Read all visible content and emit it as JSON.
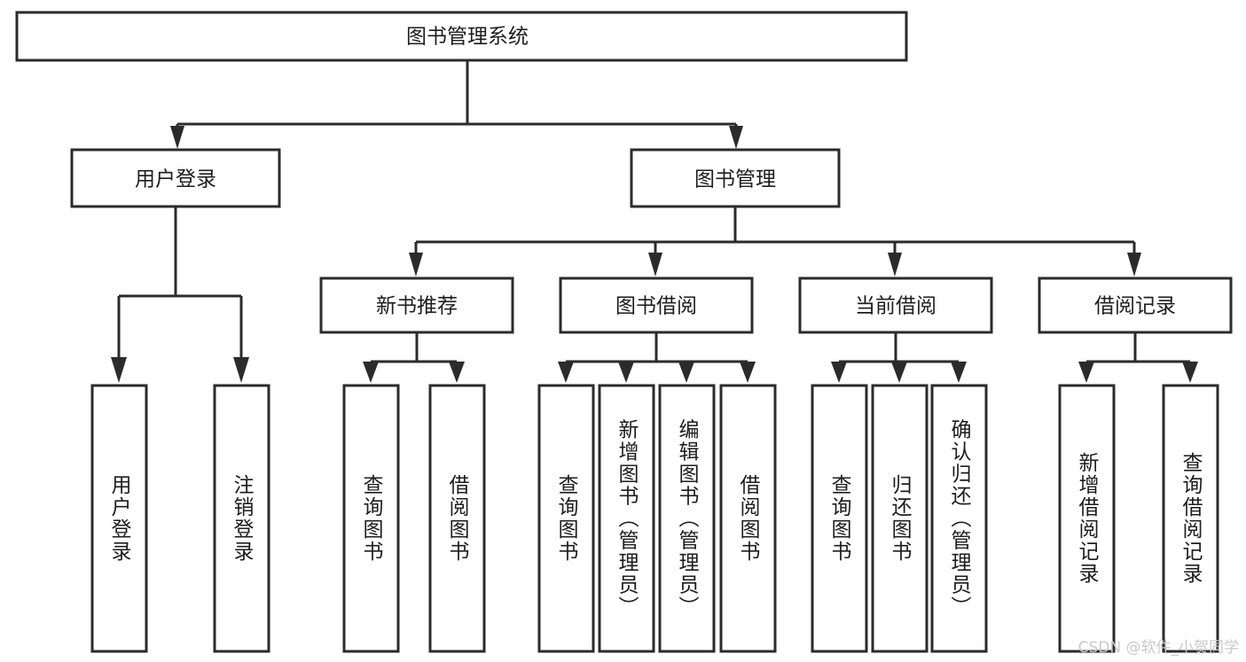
{
  "diagram": {
    "type": "tree",
    "title": "图书管理系统",
    "watermark": "CSDN @软件_小贺同学",
    "colors": {
      "background": "#ffffff",
      "stroke": "#2b2b2b",
      "fill": "#ffffff",
      "text": "#1d1d1d",
      "watermark": "#c9c9c9"
    },
    "levels": {
      "root": {
        "label": "图书管理系统"
      },
      "level2": [
        {
          "id": "user-login",
          "label": "用户登录"
        },
        {
          "id": "book-management",
          "label": "图书管理"
        }
      ],
      "level3": [
        {
          "id": "new-book-recommend",
          "label": "新书推荐",
          "parent": "book-management"
        },
        {
          "id": "book-borrow",
          "label": "图书借阅",
          "parent": "book-management"
        },
        {
          "id": "current-borrow",
          "label": "当前借阅",
          "parent": "book-management"
        },
        {
          "id": "borrow-record",
          "label": "借阅记录",
          "parent": "book-management"
        }
      ],
      "leaves": [
        {
          "id": "leaf-user-login",
          "label": "用户登录",
          "parent": "user-login"
        },
        {
          "id": "leaf-logout-login",
          "label": "注销登录",
          "parent": "user-login"
        },
        {
          "id": "leaf-query-book-1",
          "label": "查询图书",
          "parent": "new-book-recommend"
        },
        {
          "id": "leaf-borrow-book-1",
          "label": "借阅图书",
          "parent": "new-book-recommend"
        },
        {
          "id": "leaf-query-book-2",
          "label": "查询图书",
          "parent": "book-borrow"
        },
        {
          "id": "leaf-add-book",
          "label": "新增图书（管理员）",
          "parent": "book-borrow"
        },
        {
          "id": "leaf-edit-book",
          "label": "编辑图书（管理员）",
          "parent": "book-borrow"
        },
        {
          "id": "leaf-borrow-book-2",
          "label": "借阅图书",
          "parent": "book-borrow"
        },
        {
          "id": "leaf-query-book-3",
          "label": "查询图书",
          "parent": "current-borrow"
        },
        {
          "id": "leaf-return-book",
          "label": "归还图书",
          "parent": "current-borrow"
        },
        {
          "id": "leaf-confirm-return",
          "label": "确认归还（管理员）",
          "parent": "current-borrow"
        },
        {
          "id": "leaf-add-record",
          "label": "新增借阅记录",
          "parent": "borrow-record"
        },
        {
          "id": "leaf-query-record",
          "label": "查询借阅记录",
          "parent": "borrow-record"
        }
      ]
    }
  }
}
